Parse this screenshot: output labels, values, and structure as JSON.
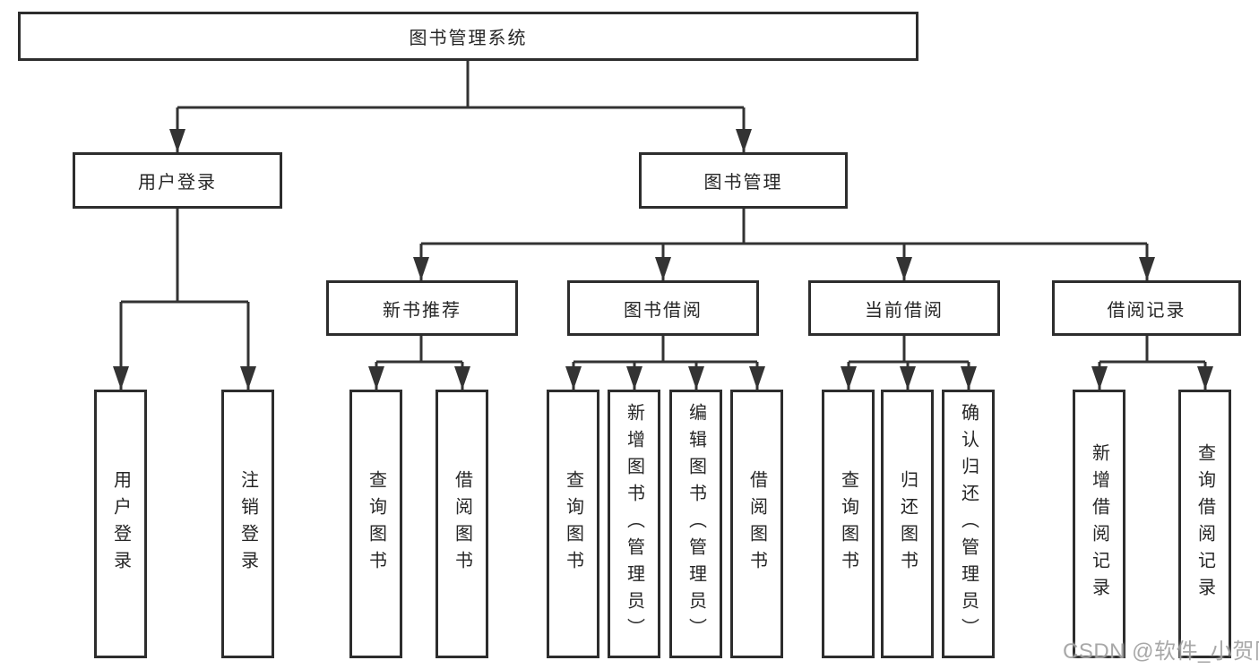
{
  "diagram": {
    "root": {
      "label": "图书管理系统"
    },
    "branches": [
      {
        "label": "用户登录",
        "children": [
          {
            "label": "用户登录"
          },
          {
            "label": "注销登录"
          }
        ]
      },
      {
        "label": "图书管理",
        "children": [
          {
            "label": "新书推荐",
            "children": [
              {
                "label": "查询图书"
              },
              {
                "label": "借阅图书"
              }
            ]
          },
          {
            "label": "图书借阅",
            "children": [
              {
                "label": "查询图书"
              },
              {
                "label": "新增图书（管理员）"
              },
              {
                "label": "编辑图书（管理员）"
              },
              {
                "label": "借阅图书"
              }
            ]
          },
          {
            "label": "当前借阅",
            "children": [
              {
                "label": "查询图书"
              },
              {
                "label": "归还图书"
              },
              {
                "label": "确认归还（管理员）"
              }
            ]
          },
          {
            "label": "借阅记录",
            "children": [
              {
                "label": "新增借阅记录"
              },
              {
                "label": "查询借阅记录"
              }
            ]
          }
        ]
      }
    ]
  },
  "watermark": {
    "text": "CSDN @软件_小贺同学"
  },
  "colors": {
    "line": "#333333",
    "box_border": "#2d2d2d",
    "text": "#262626",
    "watermark": "#9e9e9e",
    "background": "#ffffff"
  }
}
